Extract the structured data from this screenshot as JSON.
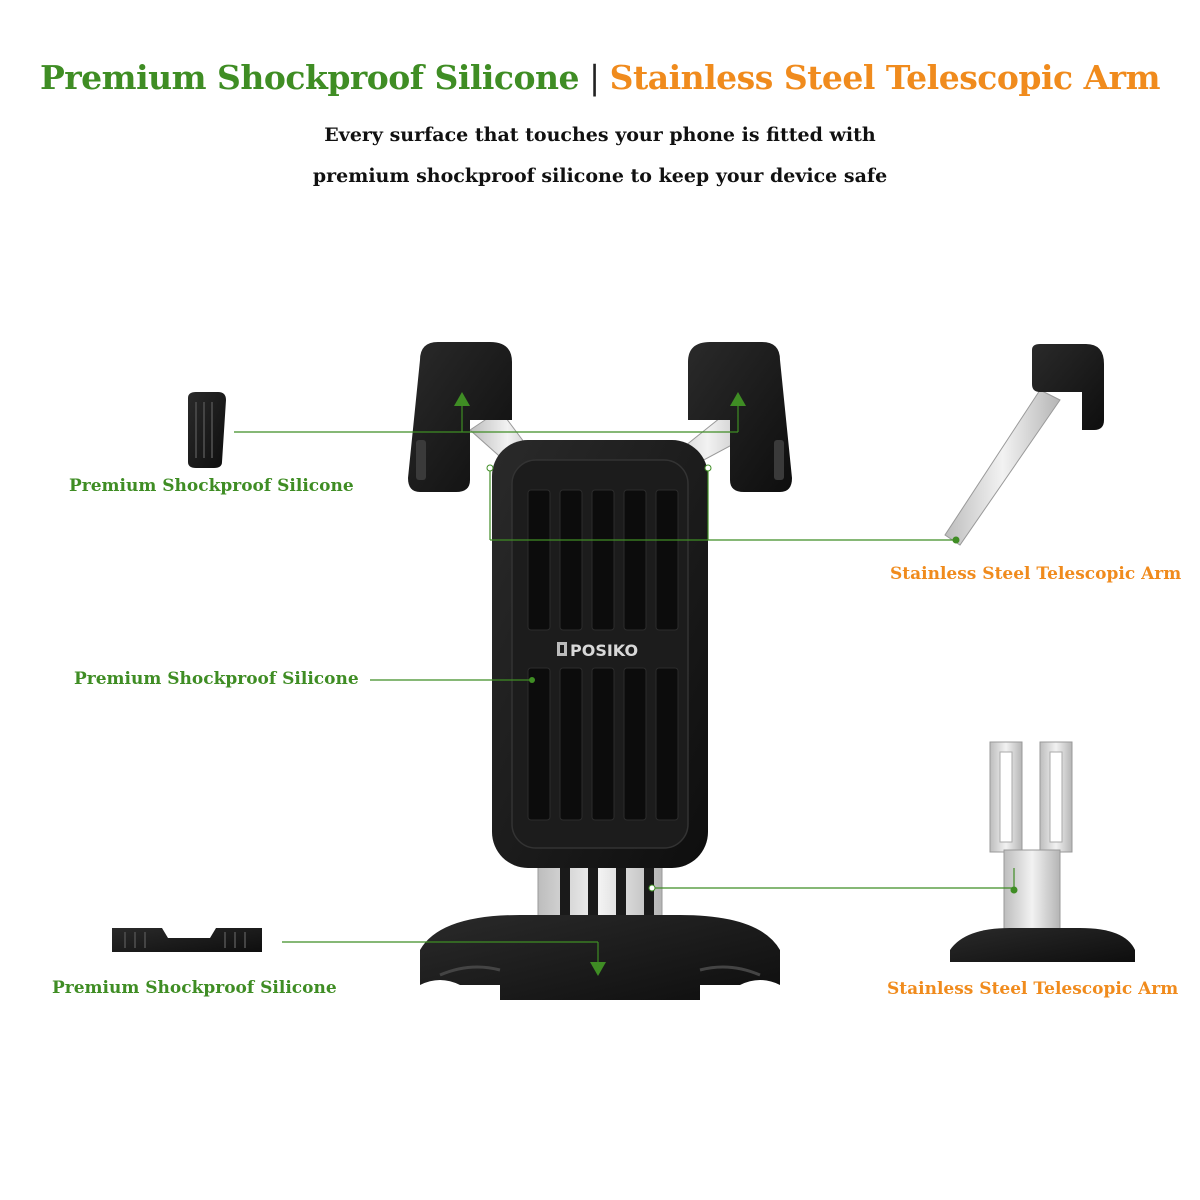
{
  "header": {
    "title_left": "Premium Shockproof Silicone",
    "title_separator": "|",
    "title_right": "Stainless Steel Telescopic Arm",
    "subtitle_line1": "Every surface that touches your phone is fitted with",
    "subtitle_line2": "premium shockproof silicone to keep your device safe"
  },
  "callouts": {
    "top_left_label": "Premium Shockproof Silicone",
    "top_right_label": "Stainless Steel Telescopic Arm",
    "middle_left_label": "Premium Shockproof Silicone",
    "bottom_left_label": "Premium Shockproof Silicone",
    "bottom_right_label": "Stainless Steel Telescopic Arm"
  },
  "product": {
    "brand": "POSIKO"
  },
  "colors": {
    "silicone_green": "#3f8d24",
    "steel_orange": "#f08b1d",
    "body_black": "#1a1a1a",
    "steel": "#d8d8d8"
  }
}
